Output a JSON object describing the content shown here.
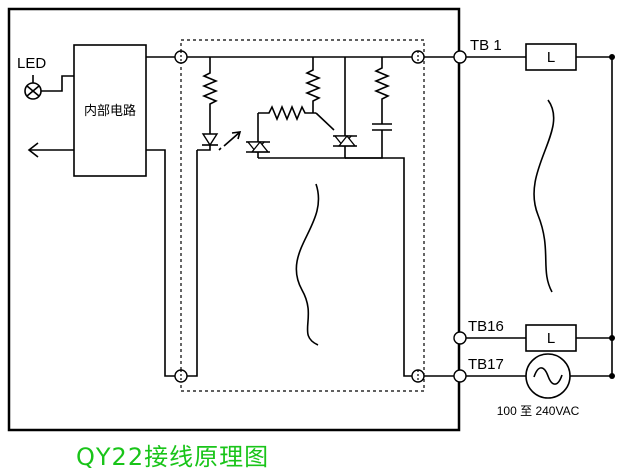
{
  "labels": {
    "led": "LED",
    "internal_circuit": "内部电路",
    "tb1": "TB 1",
    "tb16": "TB16",
    "tb17": "TB17",
    "load1": "L",
    "load16": "L",
    "voltage": "100 至 240VAC",
    "title": "QY22接线原理图"
  },
  "colors": {
    "title": "#19c419",
    "line": "#000000",
    "background": "#ffffff"
  },
  "icons": {
    "ac_source": "sine-wave-icon",
    "led": "led-icon",
    "arrow": "output-arrow-icon"
  }
}
